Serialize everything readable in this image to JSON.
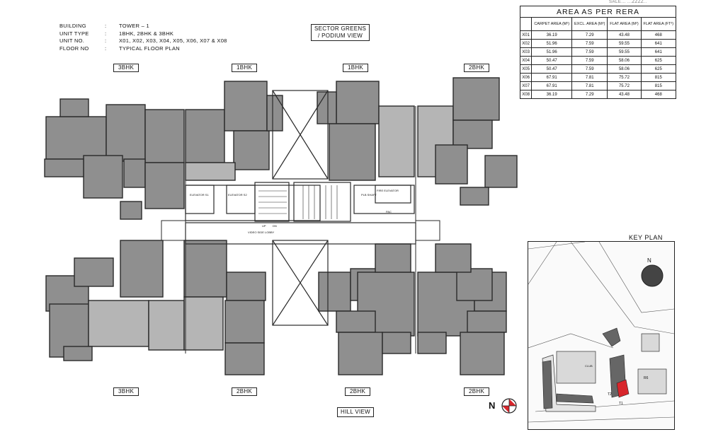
{
  "header_right": "SALE... ...ZZZZ..",
  "building_info": [
    {
      "key": "BUILDING",
      "value": "TOWER – 1"
    },
    {
      "key": "UNIT TYPE",
      "value": "1BHK, 2BHK & 3BHK"
    },
    {
      "key": "UNIT NO.",
      "value": "X01, X02, X03, X04, X05, X06, X07 & X08"
    },
    {
      "key": "FLOOR NO",
      "value": "TYPICAL FLOOR PLAN"
    }
  ],
  "separator": ":",
  "view_labels": {
    "top": "SECTOR GREENS\n/ PODIUM VIEW",
    "bottom": "HILL VIEW"
  },
  "unit_tags_top": [
    "3BHK",
    "1BHK",
    "1BHK",
    "2BHK"
  ],
  "unit_tags_bottom": [
    "3BHK",
    "2BHK",
    "2BHK",
    "2BHK"
  ],
  "core_labels": {
    "elevator1": "ELEVATOR S1",
    "elevator2": "ELEVATOR S2",
    "fire_elevator": "FIRE ELEVATOR",
    "lobby": "VIDEO SIDE LOBBY",
    "plumbing": "PLB SHAFT",
    "pac": "PAC",
    "up": "UP",
    "dn": "DN"
  },
  "rera_table": {
    "title": "AREA AS PER RERA",
    "headers": [
      "",
      "CARPET AREA (M²)",
      "EXCL. AREA (M²)",
      "FLAT AREA (M²)",
      "FLAT AREA (FT²)"
    ],
    "rows": [
      [
        "X01",
        "36.19",
        "7.29",
        "43.48",
        "468"
      ],
      [
        "X02",
        "51.96",
        "7.59",
        "59.55",
        "641"
      ],
      [
        "X03",
        "51.96",
        "7.59",
        "59.55",
        "641"
      ],
      [
        "X04",
        "50.47",
        "7.59",
        "58.06",
        "625"
      ],
      [
        "X05",
        "50.47",
        "7.59",
        "58.06",
        "625"
      ],
      [
        "X06",
        "67.91",
        "7.81",
        "75.72",
        "815"
      ],
      [
        "X07",
        "67.91",
        "7.81",
        "75.72",
        "815"
      ],
      [
        "X08",
        "36.19",
        "7.29",
        "43.48",
        "468"
      ]
    ]
  },
  "key_plan": {
    "label": "KEY PLAN",
    "north": "N",
    "club": "CLUB",
    "t1": "T1",
    "t2": "T2",
    "r6": "R6",
    "highlight_color": "#d8262c"
  },
  "north_symbol": "N",
  "colors": {
    "room_fill": "#8f8f8f",
    "room_light": "#b5b5b5",
    "wall": "#2a2a2a"
  }
}
